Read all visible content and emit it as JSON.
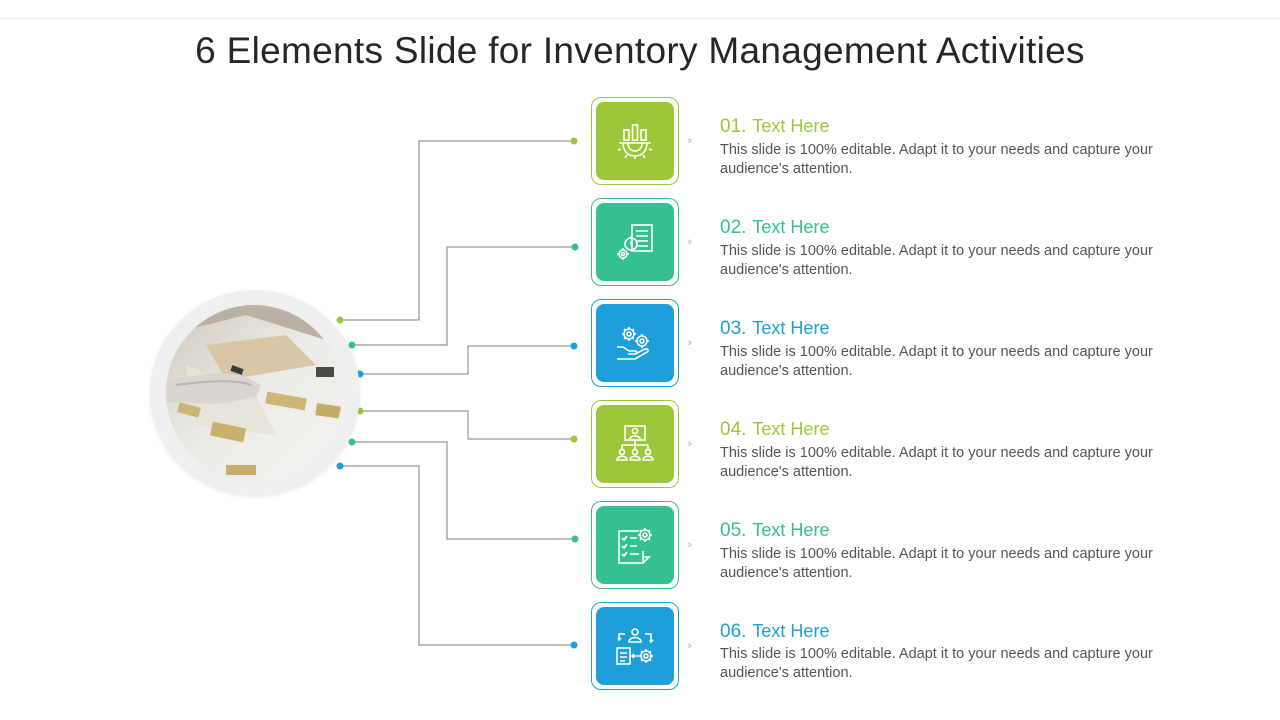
{
  "title": "6 Elements Slide for Inventory Management Activities",
  "colors": {
    "green": "#9dc73a",
    "teal": "#35c08f",
    "blue": "#1e9fd9",
    "line": "#7f7f7f"
  },
  "items": [
    {
      "number": "01.",
      "heading": "Text Here",
      "body": "This slide is 100% editable. Adapt it to your needs and capture your audience's attention.",
      "icon": "chart-gear-icon",
      "color": "green"
    },
    {
      "number": "02.",
      "heading": "Text Here",
      "body": "This slide is 100% editable. Adapt it to your needs and capture your audience's attention.",
      "icon": "report-timer-gear-icon",
      "color": "teal"
    },
    {
      "number": "03.",
      "heading": "Text Here",
      "body": "This slide is 100% editable. Adapt it to your needs and capture your audience's attention.",
      "icon": "hand-gears-icon",
      "color": "blue"
    },
    {
      "number": "04.",
      "heading": "Text Here",
      "body": "This slide is 100% editable. Adapt it to your needs and capture your audience's attention.",
      "icon": "team-hierarchy-icon",
      "color": "green"
    },
    {
      "number": "05.",
      "heading": "Text Here",
      "body": "This slide is 100% editable. Adapt it to your needs and capture your audience's attention.",
      "icon": "checklist-gear-icon",
      "color": "teal"
    },
    {
      "number": "06.",
      "heading": "Text Here",
      "body": "This slide is 100% editable. Adapt it to your needs and capture your audience's attention.",
      "icon": "person-document-gear-icon",
      "color": "blue"
    }
  ]
}
